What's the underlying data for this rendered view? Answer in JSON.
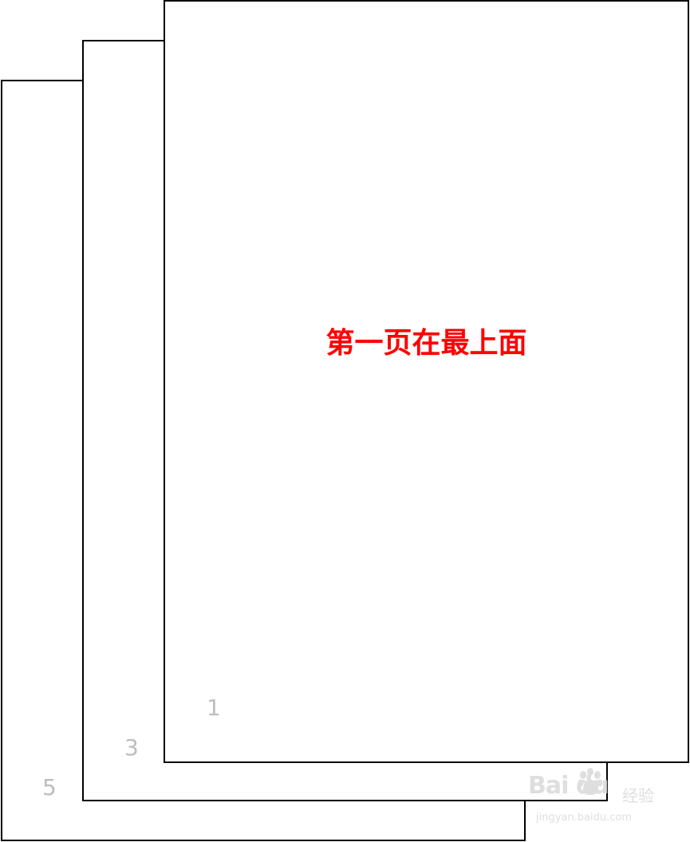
{
  "pages": [
    {
      "number": "5"
    },
    {
      "number": "3"
    },
    {
      "number": "1",
      "caption": "第一页在最上面"
    }
  ],
  "colors": {
    "border": "#000000",
    "page_number": "#bdbdbd",
    "caption": "#ff0000",
    "watermark": "#d9d9d9"
  },
  "watermark": {
    "brand": "Bai du",
    "cn_text": "经验",
    "url": "jingyan.baidu.com",
    "icon": "paw-icon"
  }
}
